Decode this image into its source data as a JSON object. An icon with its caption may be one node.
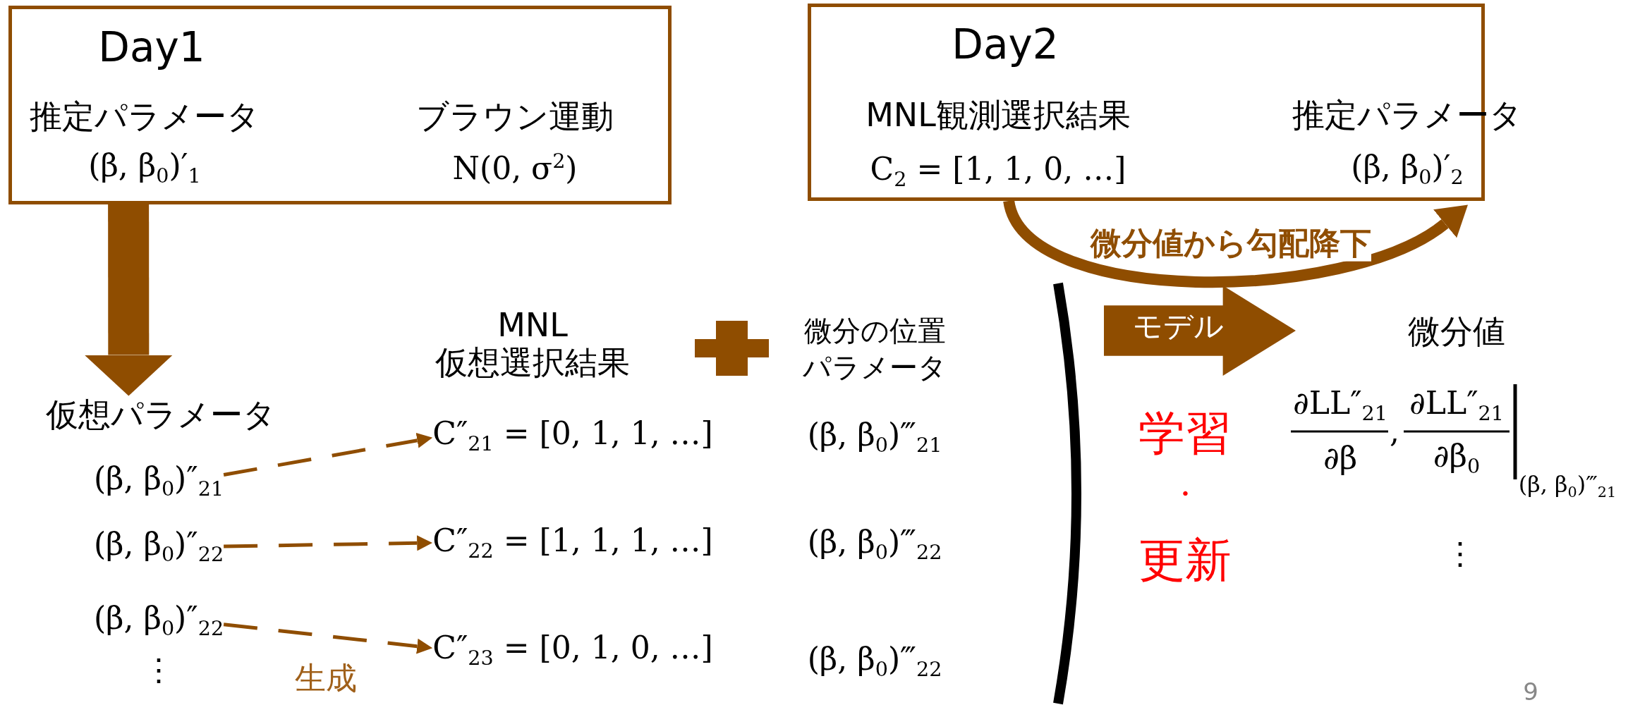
{
  "diagram": {
    "nodes": [
      {
        "text": [
          "Day1",
          "推定パラメータ",
          "(β, β$_{0}$)′$_{1}$",
          "ブラウン運動",
          "N(0, σ$^{2}$)"
        ]
      },
      {
        "text": [
          "Day2",
          "MNL観測選択結果",
          "C$_{2}$ = [1, 1, 0, …]",
          "推定パラメータ",
          "(β, β$_{0}$)′$_{2}$"
        ]
      },
      {
        "text": [
          "仮想パラメータ"
        ]
      },
      {
        "text": [
          "(β, β$_{0}$)″$_{21}$"
        ]
      },
      {
        "text": [
          "(β, β$_{0}$)″$_{22}$"
        ]
      },
      {
        "text": [
          "(β, β$_{0}$)″$_{22}$"
        ]
      },
      {
        "text": [
          "C″$_{21}$ = [0, 1, 1, …]"
        ]
      },
      {
        "text": [
          "C″$_{22}$ = [1, 1, 1, …]"
        ]
      },
      {
        "text": [
          "C″$_{23}$ = [0, 1, 0, …]"
        ]
      },
      {
        "text": [
          "モデル"
        ]
      }
    ],
    "edges": [
      {
        "from": 0,
        "to": 2,
        "arrow": "to",
        "style": "thick"
      },
      {
        "from": 1,
        "to": 1,
        "arrow": "to",
        "style": "thick",
        "label": "微分値から勾配降下"
      },
      {
        "from": 3,
        "to": 6,
        "arrow": "to",
        "style": "dashed"
      },
      {
        "from": 4,
        "to": 7,
        "arrow": "to",
        "style": "dashed"
      },
      {
        "from": 5,
        "to": 8,
        "arrow": "to",
        "style": "dashed"
      }
    ],
    "labels": [
      "MNL 仮想選択結果",
      "微分の位置パラメータ",
      "(β, β$_{0}$)‴$_{21}$",
      "(β, β$_{0}$)‴$_{22}$",
      "(β, β$_{0}$)‴$_{22}$",
      "⋮",
      "生成",
      "学習",
      "・",
      "更新",
      "微分値",
      "∂LL″$_{21}$",
      "∂β",
      ",",
      "∂LL″$_{21}$",
      "∂β$_{0}$",
      "(β, β$_{0}$)‴$_{21}$",
      "⋮",
      "9"
    ]
  }
}
